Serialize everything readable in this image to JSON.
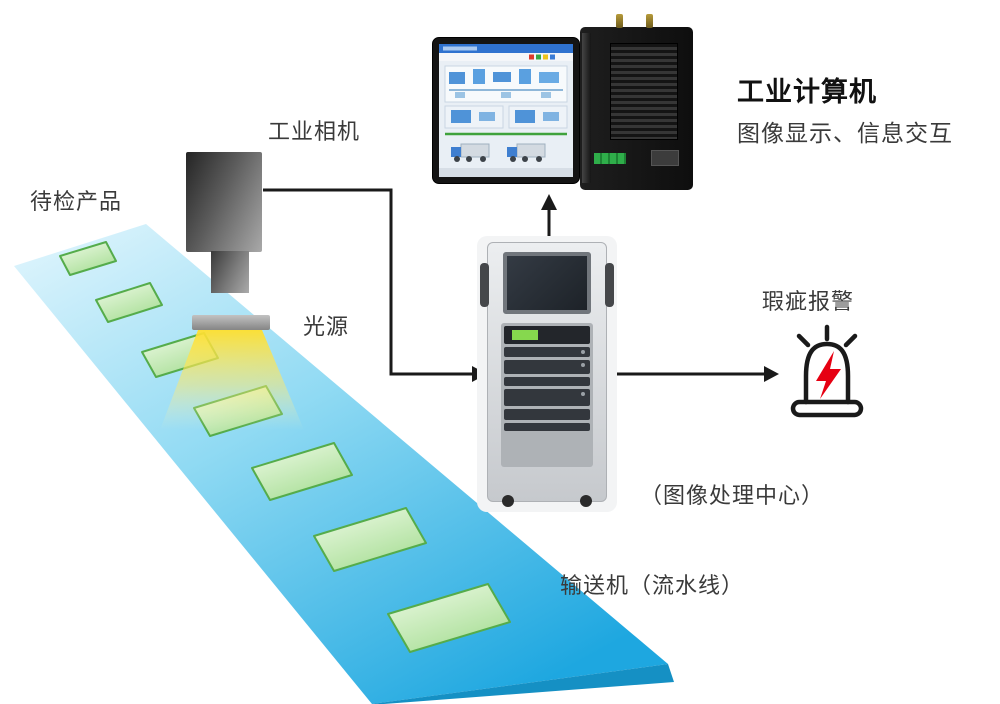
{
  "diagram": {
    "labels": {
      "product_pending": "待检产品",
      "industrial_camera": "工业相机",
      "light_source": "光源",
      "industrial_computer_title": "工业计算机",
      "industrial_computer_subtitle": "图像显示、信息交互",
      "defect_alarm": "瑕疵报警",
      "image_processing_center": "（图像处理中心）",
      "conveyor": "输送机（流水线）"
    },
    "icons": {
      "alarm_beacon": "siren-beacon-with-red-lightning-bolt",
      "camera": "industrial-camera-silhouette",
      "light": "bar-light-with-yellow-beam"
    },
    "colors": {
      "belt_top_light": "#e3f6fd",
      "belt_bottom_vivid": "#1ea7e0",
      "belt_edge": "#1590c4",
      "product_fill_light": "#f0fbe8",
      "product_fill_dark": "#b2e3a0",
      "product_border": "#55ac4b",
      "beam_yellow": "#ffdf2e",
      "arrow_black": "#1a1a1a",
      "alarm_red": "#e60012",
      "label_text": "#3a3a3a",
      "title_text": "#111111"
    }
  }
}
